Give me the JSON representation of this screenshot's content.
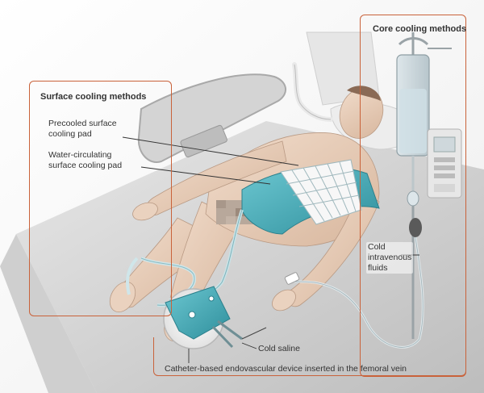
{
  "panels": {
    "surface_title": "Surface cooling methods",
    "core_title": "Core cooling methods"
  },
  "labels": {
    "precooled_pad": [
      "Precooled surface",
      "cooling pad"
    ],
    "water_pad": [
      "Water-circulating",
      "surface cooling pad"
    ],
    "iv_fluids": [
      "Cold",
      "intravenous",
      "fluids"
    ],
    "saline": "Cold saline",
    "catheter": "Catheter-based endovascular device inserted in the femoral vein"
  },
  "colors": {
    "accent_frame": "#c9623a",
    "pad_teal": "#4fb3bf",
    "skin": "#e9d2bf",
    "bed_gray": "#d9d9d9"
  }
}
